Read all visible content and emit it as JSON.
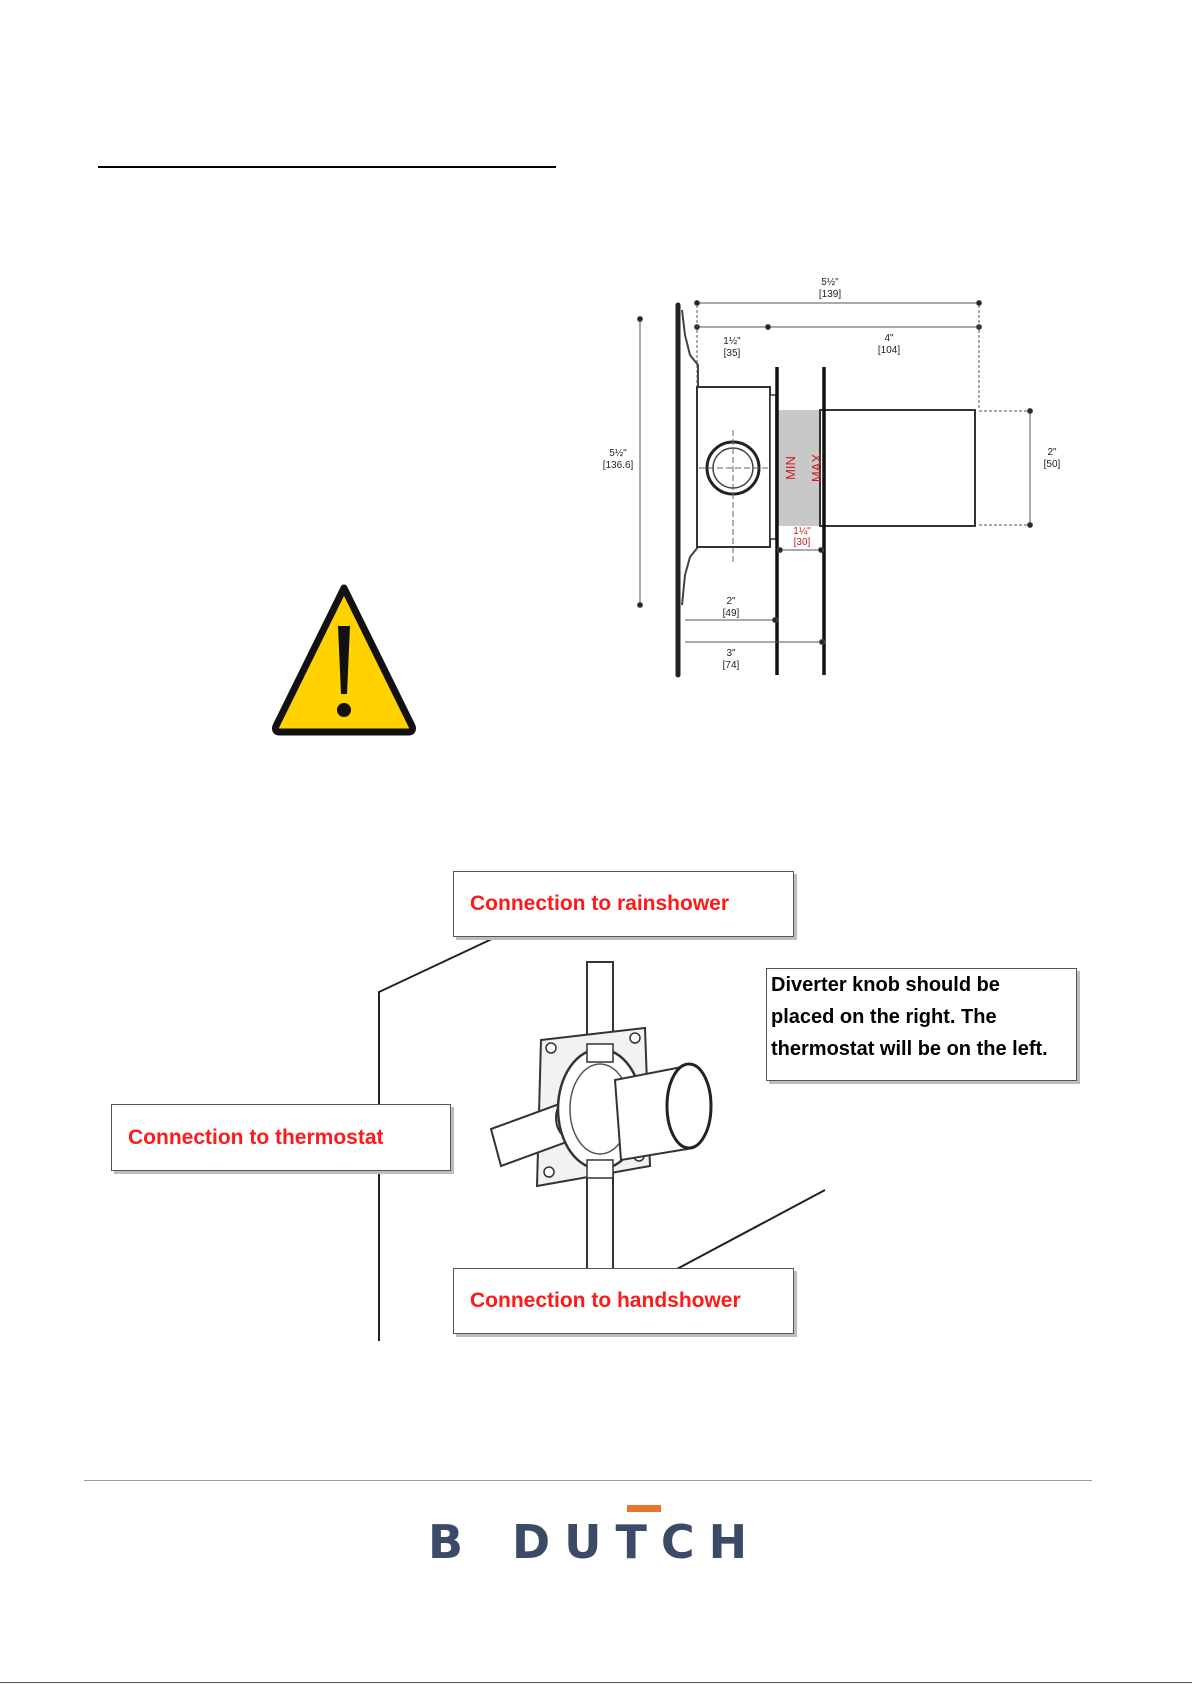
{
  "drawing": {
    "dim_total_width": "5½\"",
    "dim_total_width_mm": "[139]",
    "dim_depth_body": "1½\"",
    "dim_depth_body_mm": "[35]",
    "dim_outlet_length": "4\"",
    "dim_outlet_length_mm": "[104]",
    "dim_height": "5½\"",
    "dim_height_mm": "[136.6]",
    "dim_outlet_diameter": "2\"",
    "dim_outlet_diameter_mm": "[50]",
    "min_label": "MIN",
    "max_label": "MAX",
    "dim_wall_range": "1¼\"",
    "dim_wall_range_mm": "[30]",
    "dim_min_depth": "2\"",
    "dim_min_depth_mm": "[49]",
    "dim_max_depth": "3\"",
    "dim_max_depth_mm": "[74]",
    "accent_red": "#d11a1a"
  },
  "warning": {
    "icon": "warning-triangle-icon",
    "fill": "#ffd200",
    "stroke": "#111111"
  },
  "callouts": {
    "rainshower": "Connection to rainshower",
    "thermostat": "Connection to thermostat",
    "handshower": "Connection to handshower",
    "diverter_note": "Diverter knob should be\nplaced on the right. The\nthermostat will be on the left."
  },
  "footer": {
    "logo_left": "B",
    "logo_right": "DUTCH",
    "logo_color": "#3b4a66",
    "logo_accent": "#e8732a"
  }
}
